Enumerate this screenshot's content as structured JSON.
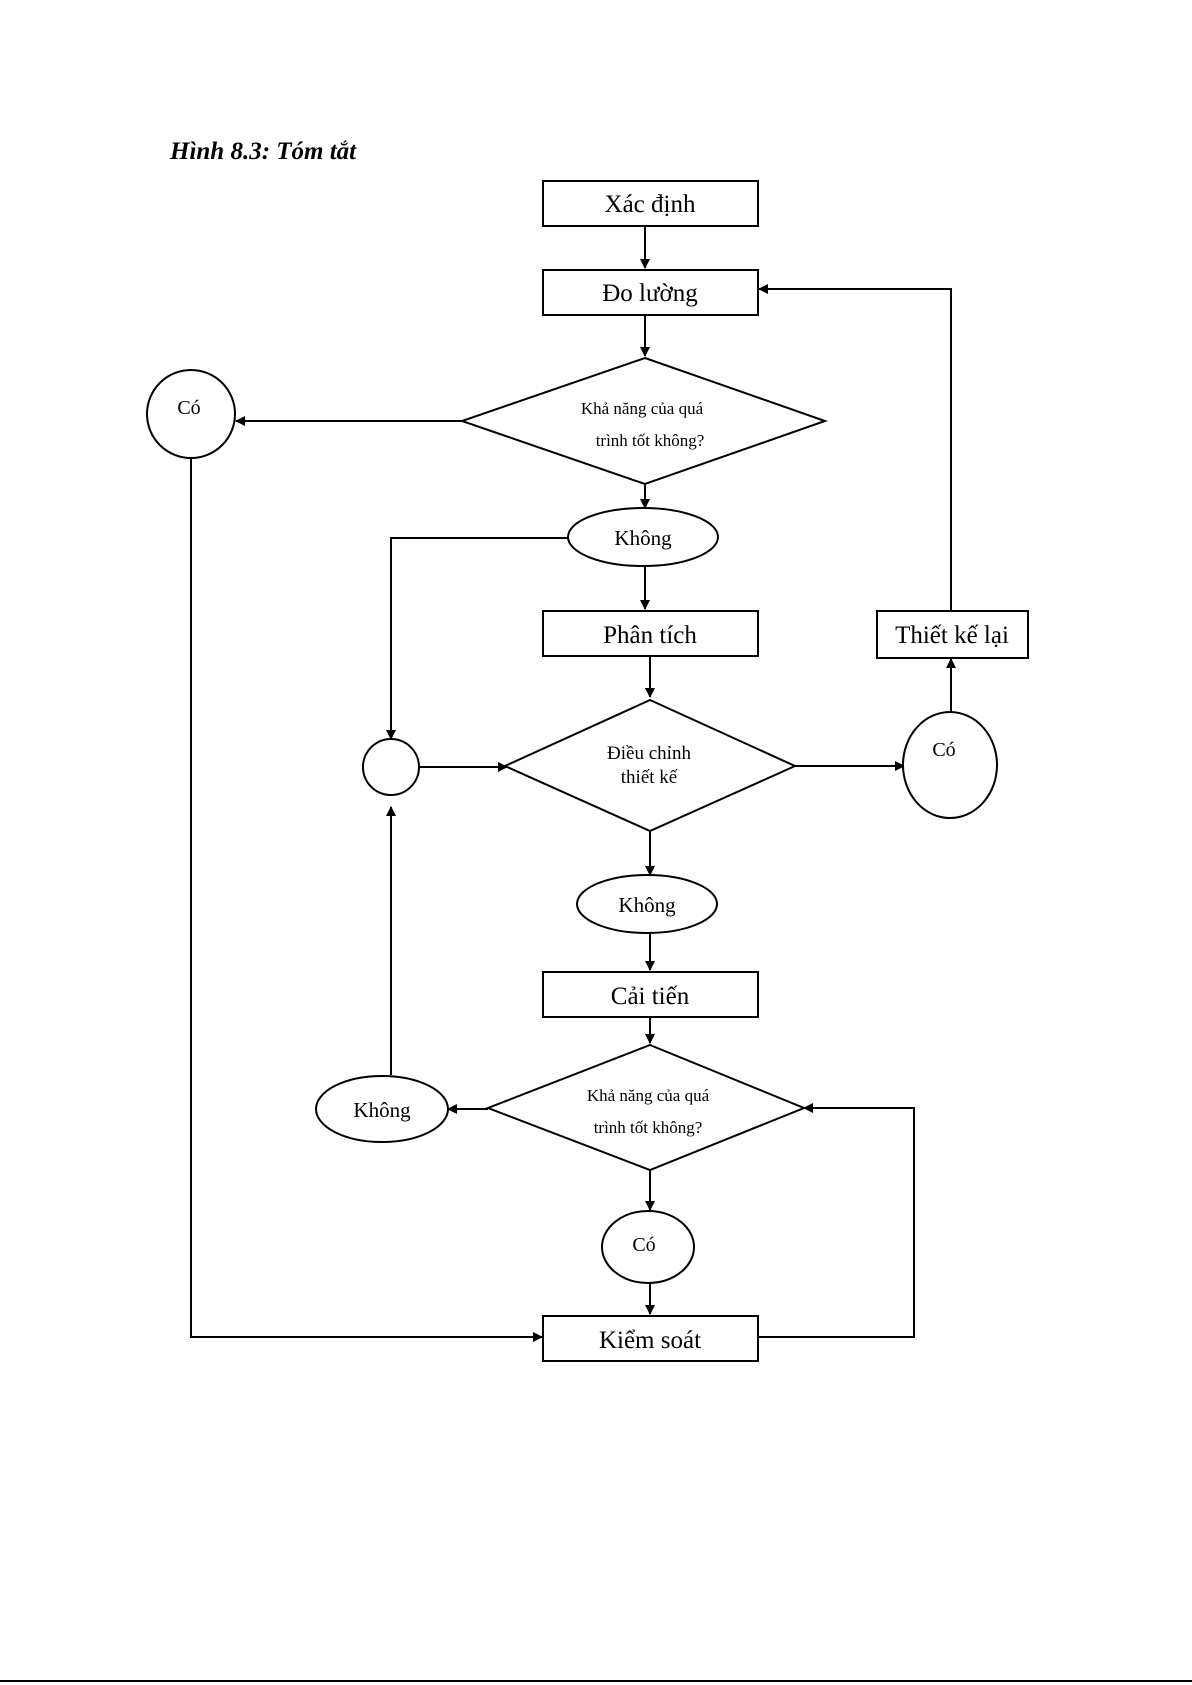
{
  "caption": "Hình 8.3: Tóm tắt",
  "steps": {
    "define": "Xác định",
    "measure": "Đo lường",
    "analyze": "Phân tích",
    "improve": "Cải tiến",
    "control": "Kiểm soát",
    "redesign": "Thiết kế lại"
  },
  "decisions": {
    "capability_1": [
      "Khả năng của quá",
      "trình tốt  không?"
    ],
    "adjust_design": [
      "Điều chỉnh",
      "thiết kế"
    ],
    "capability_2": [
      "Khả năng của quá",
      "trình tốt  không?"
    ]
  },
  "answers": {
    "yes": "Có",
    "no": "Không"
  }
}
